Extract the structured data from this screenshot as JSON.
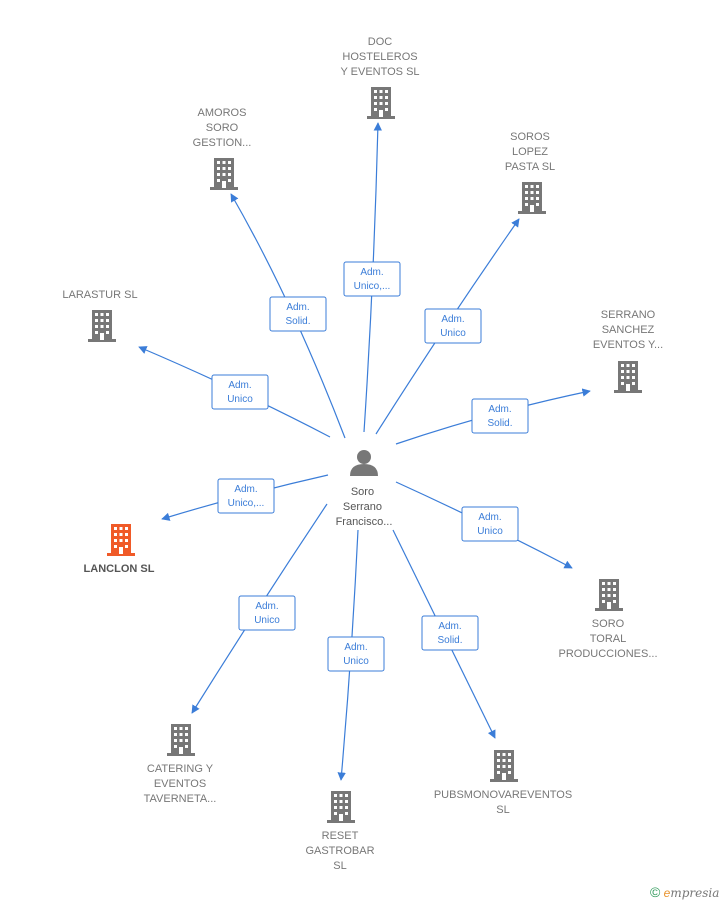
{
  "center": {
    "label": [
      "Soro",
      "Serrano",
      "Francisco..."
    ]
  },
  "nodes": [
    {
      "id": "doc",
      "label": [
        "DOC",
        "HOSTELEROS",
        "Y EVENTOS  SL"
      ],
      "highlight": false,
      "edge": [
        "Adm.",
        "Unico,..."
      ]
    },
    {
      "id": "amoros",
      "label": [
        "AMOROS",
        "SORO",
        "GESTION..."
      ],
      "highlight": false,
      "edge": [
        "Adm.",
        "Solid."
      ]
    },
    {
      "id": "soros",
      "label": [
        "SOROS",
        "LOPEZ",
        "PASTA SL"
      ],
      "highlight": false,
      "edge": [
        "Adm.",
        "Unico"
      ]
    },
    {
      "id": "larastur",
      "label": [
        "LARASTUR SL"
      ],
      "highlight": false,
      "edge": [
        "Adm.",
        "Unico"
      ]
    },
    {
      "id": "serrano",
      "label": [
        "SERRANO",
        "SANCHEZ",
        "EVENTOS Y..."
      ],
      "highlight": false,
      "edge": [
        "Adm.",
        "Solid."
      ]
    },
    {
      "id": "lanclon",
      "label": [
        "LANCLON  SL"
      ],
      "highlight": true,
      "edge": [
        "Adm.",
        "Unico,..."
      ]
    },
    {
      "id": "soro-toral",
      "label": [
        "SORO",
        "TORAL",
        "PRODUCCIONES..."
      ],
      "highlight": false,
      "edge": [
        "Adm.",
        "Unico"
      ]
    },
    {
      "id": "catering",
      "label": [
        "CATERING Y",
        "EVENTOS",
        "TAVERNETA..."
      ],
      "highlight": false,
      "edge": [
        "Adm.",
        "Unico"
      ]
    },
    {
      "id": "reset",
      "label": [
        "RESET",
        "GASTROBAR",
        "SL"
      ],
      "highlight": false,
      "edge": [
        "Adm.",
        "Unico"
      ]
    },
    {
      "id": "pubsmono",
      "label": [
        "PUBSMONOVAREVENTOS",
        "SL"
      ],
      "highlight": false,
      "edge": [
        "Adm.",
        "Solid."
      ]
    }
  ],
  "colors": {
    "edge": "#3b7dd8",
    "building": "#777777",
    "building_highlight": "#f05a28",
    "person": "#777777"
  },
  "footer": {
    "symbol": "©",
    "brand_initial": "e",
    "brand_rest": "mpresia"
  }
}
